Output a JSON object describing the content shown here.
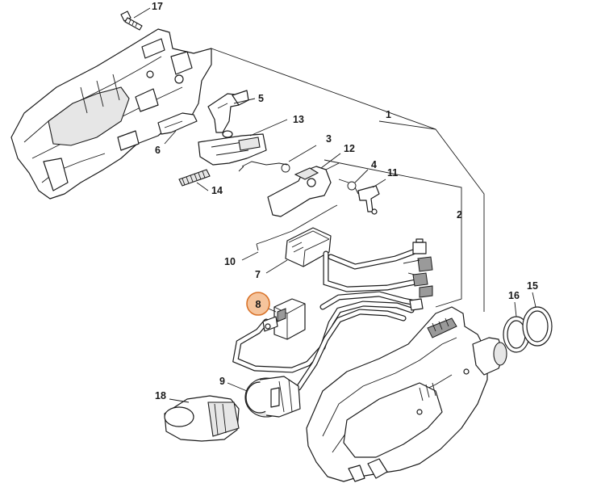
{
  "diagram": {
    "highlight_color": "#f5c49c",
    "highlight_stroke": "#d9732a",
    "highlighted_part": "8",
    "labels": {
      "p1": "1",
      "p2": "2",
      "p3": "3",
      "p4": "4",
      "p5": "5",
      "p6": "6",
      "p7": "7",
      "p8": "8",
      "p9": "9",
      "p10": "10",
      "p11": "11",
      "p12": "12",
      "p13": "13",
      "p14": "14",
      "p15": "15",
      "p16": "16",
      "p17": "17",
      "p18": "18"
    }
  }
}
